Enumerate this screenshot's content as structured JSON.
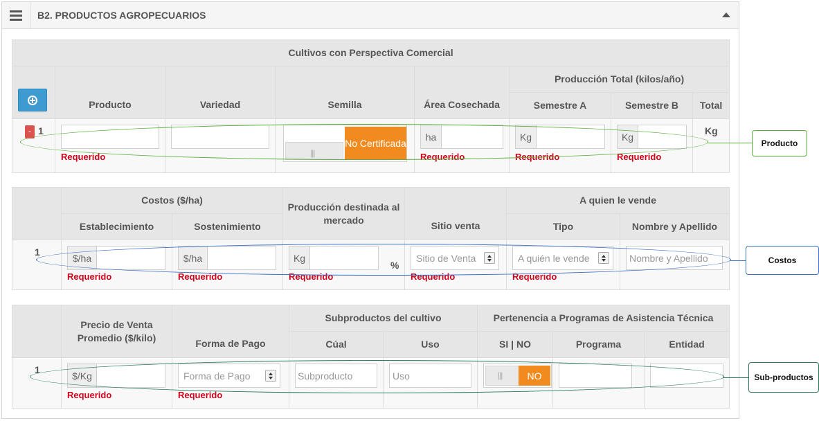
{
  "panel": {
    "title": "B2. PRODUCTOS AGROPECUARIOS"
  },
  "crops_table": {
    "caption": "Cultivos con Perspectiva Comercial",
    "headers": {
      "producto": "Producto",
      "variedad": "Variedad",
      "semilla": "Semilla",
      "area": "Área Cosechada",
      "produccion_total": "Producción Total (kilos/año)",
      "semestre_a": "Semestre A",
      "semestre_b": "Semestre B",
      "total": "Total"
    },
    "row": {
      "remove_label": "-",
      "number": "1",
      "seed_toggle_label": "No Certificada",
      "area_addon": "ha",
      "sem_a_addon": "Kg",
      "sem_b_addon": "Kg",
      "total_unit": "Kg"
    }
  },
  "costs_table": {
    "headers": {
      "costos": "Costos ($/ha)",
      "establecimiento": "Establecimiento",
      "sostenimiento": "Sostenimiento",
      "produccion_mercado": "Producción destinada al mercado",
      "sitio_venta": "Sitio venta",
      "a_quien": "A quien le vende",
      "tipo": "Tipo",
      "nombre": "Nombre y Apellido"
    },
    "row": {
      "number": "1",
      "establecimiento_addon": "$/ha",
      "sostenimiento_addon": "$/ha",
      "produccion_addon": "Kg",
      "percent_unit": "%",
      "sitio_placeholder": "Sitio de Venta",
      "tipo_placeholder": "A quién le vende",
      "nombre_placeholder": "Nombre y Apellido"
    }
  },
  "byproducts_table": {
    "headers": {
      "precio": "Precio de Venta Promedio ($/kilo)",
      "forma_pago": "Forma de Pago",
      "subproductos": "Subproductos del cultivo",
      "cual": "Cúal",
      "uso": "Uso",
      "pertenencia": "Pertenencia a Programas de Asistencia Técnica",
      "si_no": "SI | NO",
      "programa": "Programa",
      "entidad": "Entidad"
    },
    "row": {
      "number": "1",
      "precio_addon": "$/Kg",
      "forma_pago_placeholder": "Forma de Pago",
      "cual_placeholder": "Subproducto",
      "uso_placeholder": "Uso",
      "si_no_toggle": "NO"
    }
  },
  "validation": {
    "required": "Requerido"
  },
  "annotations": {
    "producto": "Producto",
    "costos": "Costos",
    "subproductos": "Sub-productos"
  },
  "colors": {
    "accent_orange": "#f28b1f",
    "add_blue": "#3e9bd2",
    "remove_red": "#d9534f",
    "required_red": "#d0021b",
    "annot_green": "#5aae3c",
    "annot_blue": "#3a6fc4",
    "annot_teal": "#2a7a5a"
  }
}
